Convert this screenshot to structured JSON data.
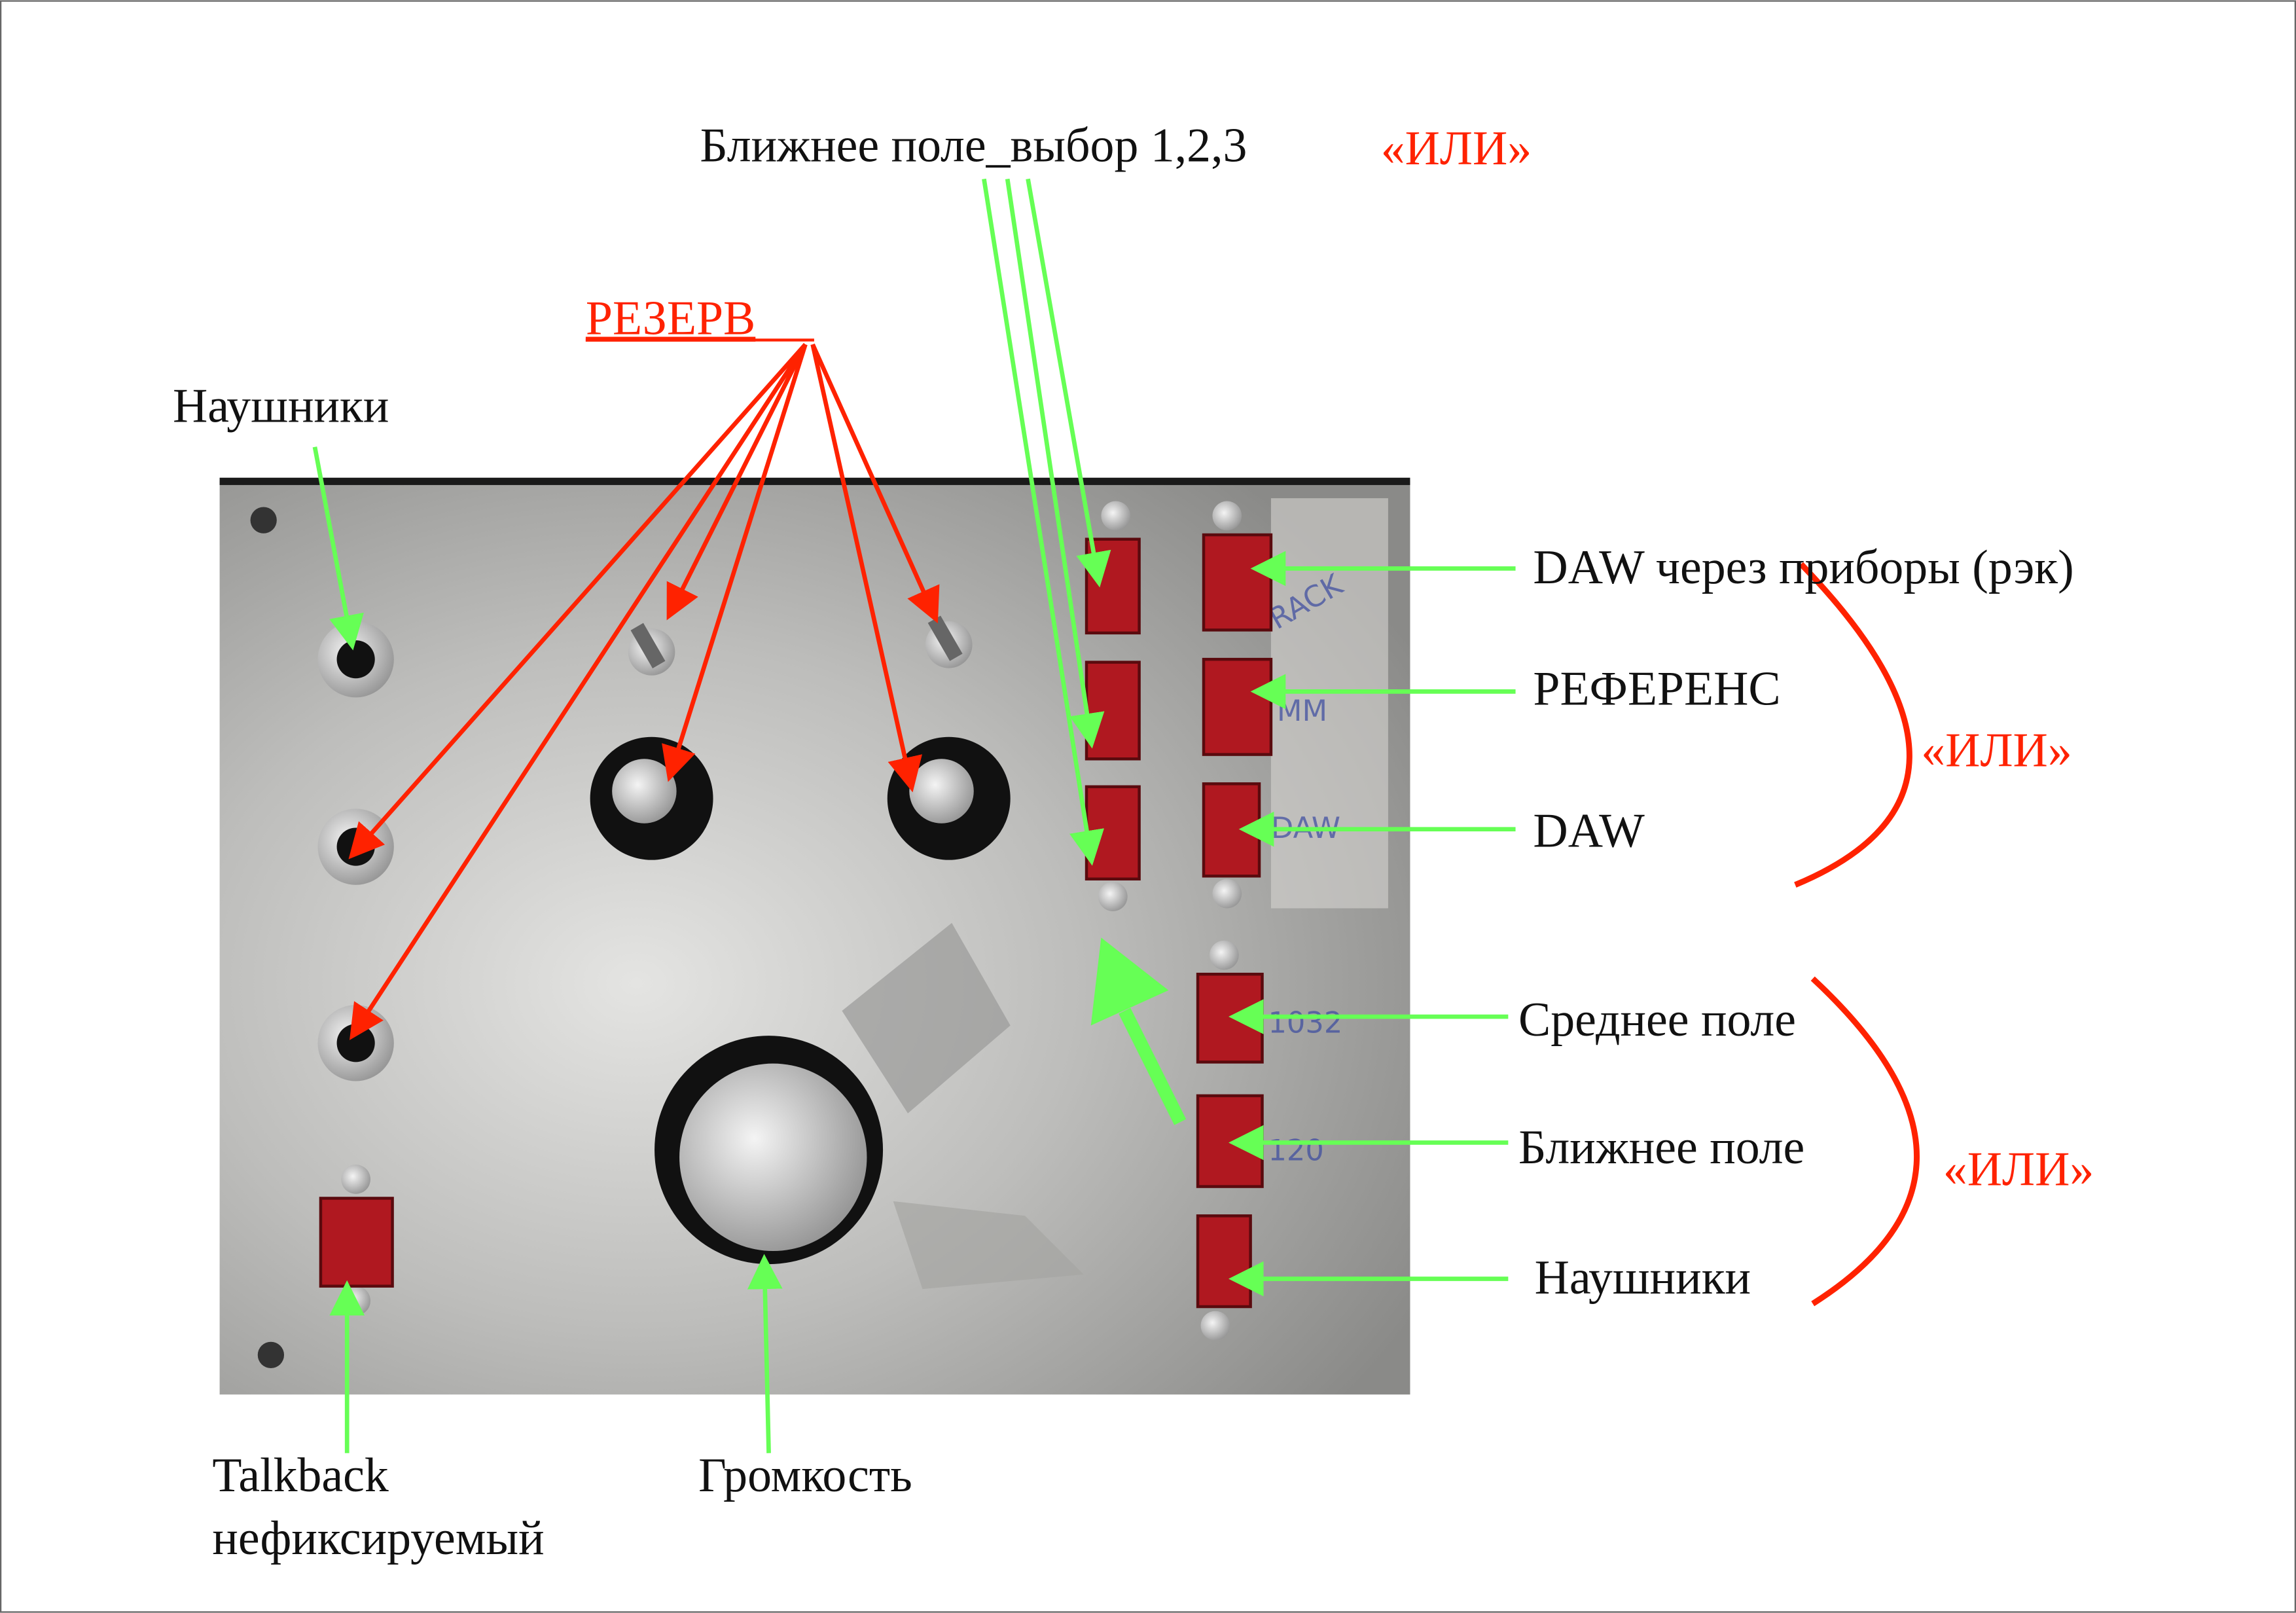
{
  "labels": {
    "headphones_jack": "Наушники",
    "reserve": "РЕЗЕРВ",
    "near_field_select": "Ближнее поле_выбор 1,2,3",
    "or_top": "«ИЛИ»",
    "daw_rack": "DAW через приборы (рэк)",
    "reference": "РЕФЕРЕНС",
    "daw": "DAW",
    "or_source": "«ИЛИ»",
    "mid_field": "Среднее поле",
    "near_field": "Ближнее поле",
    "headphones_out": "Наушники",
    "or_output": "«ИЛИ»",
    "talkback_line1": "Talkback",
    "talkback_line2": "нефиксируемый",
    "volume": "Громкость"
  },
  "handwriting": [
    "RACK",
    "MM",
    "DAW",
    "1032",
    "120"
  ],
  "colors": {
    "annotation_green": "#66ff55",
    "annotation_red": "#ff2200",
    "button_red": "#b01820"
  }
}
